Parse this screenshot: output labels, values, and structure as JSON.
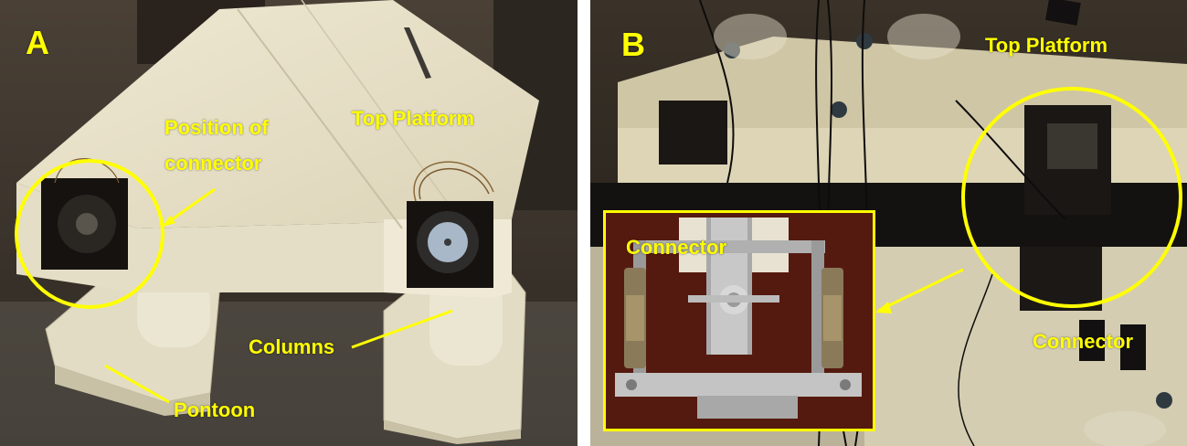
{
  "panel_a": {
    "letter": "A",
    "labels": {
      "position_of_connector_line1": "Position of",
      "position_of_connector_line2": "connector",
      "top_platform": "Top Platform",
      "columns": "Columns",
      "pontoon": "Pontoon"
    }
  },
  "panel_b": {
    "letter": "B",
    "labels": {
      "top_platform": "Top Platform",
      "connector_inset": "Connector",
      "connector_right": "Connector"
    }
  },
  "colors": {
    "annotation": "#ffff00",
    "platform": "#e6e0c8",
    "background_a": "#3a3530",
    "background_b": "#1e1b17",
    "inset_background": "#4a150d"
  }
}
